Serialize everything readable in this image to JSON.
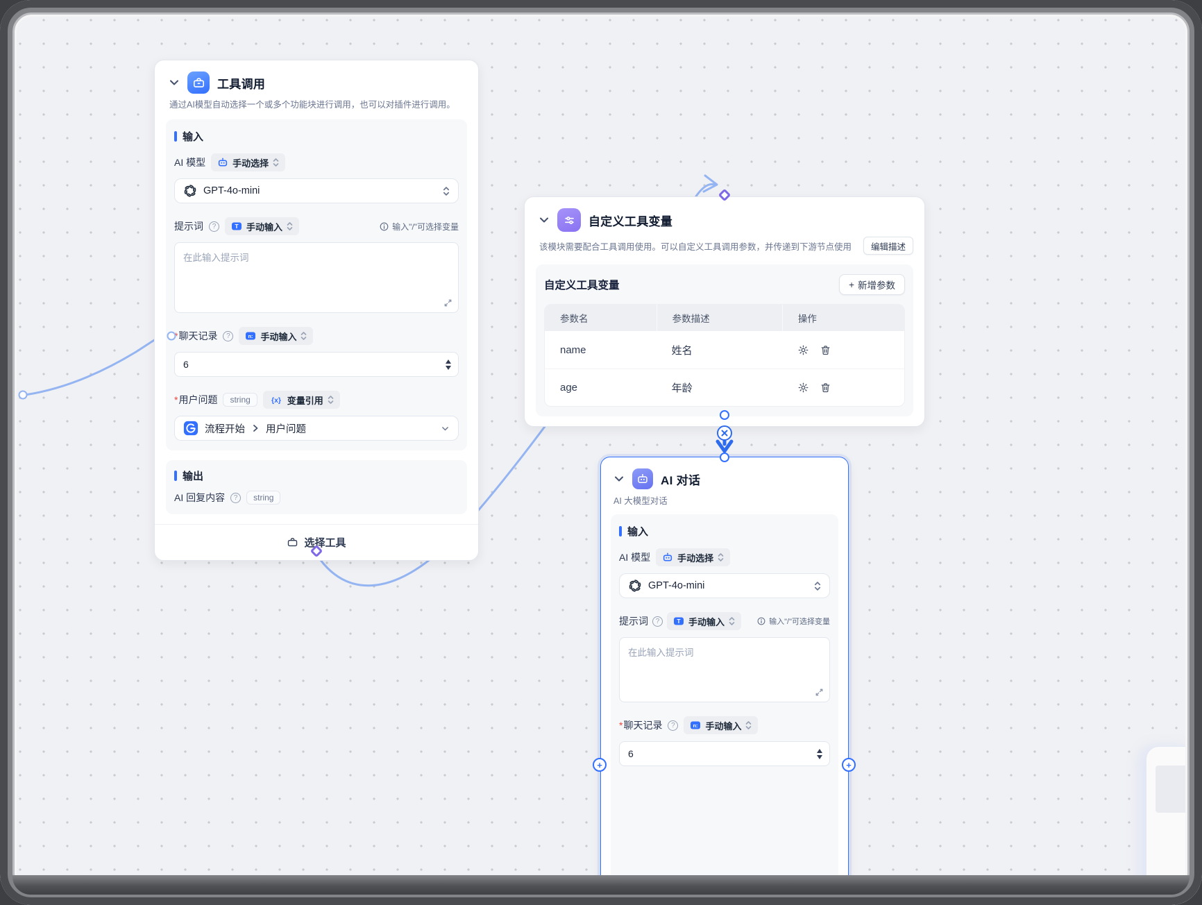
{
  "nodes": {
    "tool_call": {
      "title": "工具调用",
      "description": "通过AI模型自动选择一个或多个功能块进行调用，也可以对插件进行调用。",
      "sections": {
        "input": "输入",
        "output": "输出"
      },
      "fields": {
        "model": {
          "label": "AI 模型",
          "mode": "手动选择",
          "value": "GPT-4o-mini"
        },
        "prompt": {
          "label": "提示词",
          "mode": "手动输入",
          "hint": "输入\"/\"可选择变量",
          "placeholder": "在此输入提示词"
        },
        "history": {
          "label": "聊天记录",
          "mode": "手动输入",
          "value": "6"
        },
        "question": {
          "label": "用户问题",
          "type": "string",
          "mode": "变量引用",
          "source": "流程开始",
          "field": "用户问题"
        }
      },
      "output": {
        "label": "AI 回复内容",
        "type": "string"
      },
      "footer_button": "选择工具"
    },
    "custom_vars": {
      "title": "自定义工具变量",
      "description": "该模块需要配合工具调用使用。可以自定义工具调用参数，并传递到下游节点使用",
      "edit_button": "编辑描述",
      "panel_title": "自定义工具变量",
      "add_button_plus": "+",
      "add_button": "新增参数",
      "table": {
        "headers": [
          "参数名",
          "参数描述",
          "操作"
        ],
        "rows": [
          {
            "name": "name",
            "desc": "姓名"
          },
          {
            "name": "age",
            "desc": "年龄"
          }
        ]
      }
    },
    "ai_chat": {
      "title": "AI 对话",
      "subtitle": "AI 大模型对话",
      "sections": {
        "input": "输入"
      },
      "fields": {
        "model": {
          "label": "AI 模型",
          "mode": "手动选择",
          "value": "GPT-4o-mini"
        },
        "prompt": {
          "label": "提示词",
          "mode": "手动输入",
          "hint": "输入\"/\"可选择变量",
          "placeholder": "在此输入提示词"
        },
        "history": {
          "label": "聊天记录",
          "mode": "手动输入",
          "value": "6"
        }
      }
    }
  },
  "icons": {
    "tool_call_node": "briefcase-icon",
    "custom_vars_node": "sliders-icon",
    "ai_chat_node": "robot-icon",
    "model_mode": "robot-icon",
    "manual_text": "text-input-icon",
    "manual_number": "number-input-icon",
    "var_ref": "curly-x-icon",
    "flow_start": "flow-start-icon",
    "row_settings": "gear-icon",
    "row_delete": "trash-icon",
    "textarea_expand": "expand-icon",
    "help": "question-circle-icon",
    "hint_info": "info-circle-icon",
    "openai": "openai-logo-icon"
  },
  "colors": {
    "accent": "#3370ff",
    "edge_light": "#94b4f2",
    "edge_active": "#2f6bed",
    "purple_port": "#7e68e6",
    "required": "#f04438"
  }
}
